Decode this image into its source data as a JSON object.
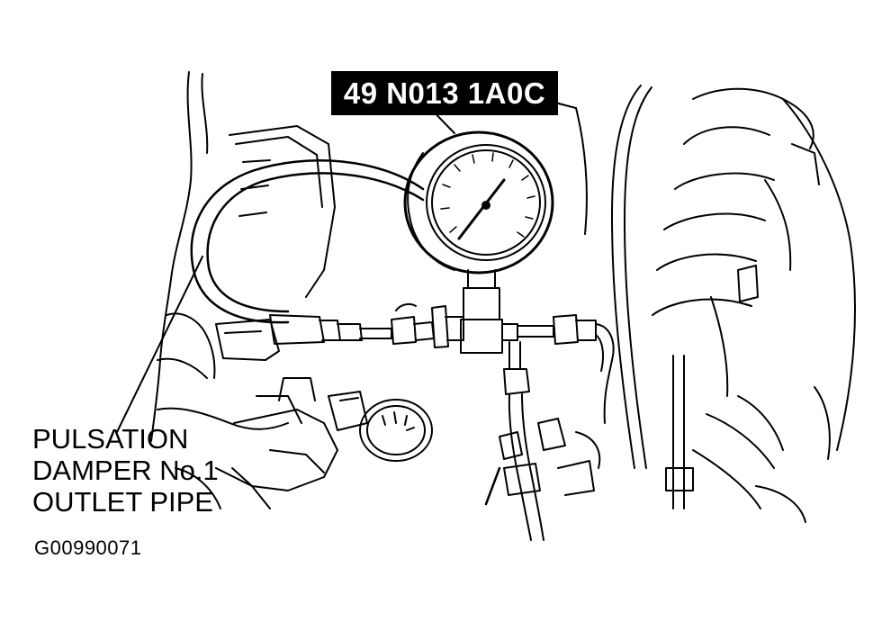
{
  "tool_callout": {
    "part_number": "49 N013 1A0C"
  },
  "component_label": {
    "lines": [
      "PULSATION",
      "DAMPER No.1",
      "OUTLET PIPE"
    ]
  },
  "figure_id": "G00990071",
  "colors": {
    "ink": "#000000",
    "paper": "#ffffff",
    "callout_background": "#000000",
    "callout_text": "#ffffff"
  }
}
